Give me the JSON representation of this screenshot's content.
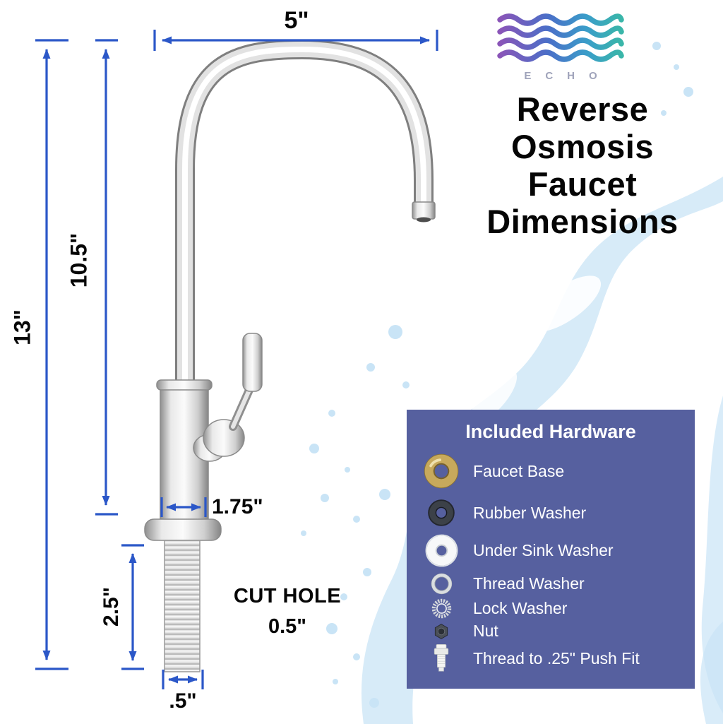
{
  "brand": {
    "name": "ECHO"
  },
  "title": {
    "line1": "Reverse",
    "line2": "Osmosis",
    "line3": "Faucet",
    "line4": "Dimensions"
  },
  "dimensions": {
    "top_width": "5\"",
    "total_height": "13\"",
    "spout_height": "10.5\"",
    "base_width": "1.75\"",
    "thread_length": "2.5\"",
    "thread_width": ".5\"",
    "cut_hole_label": "CUT HOLE",
    "cut_hole_value": "0.5\""
  },
  "hardware": {
    "title": "Included Hardware",
    "items": [
      {
        "label": "Faucet Base",
        "icon": "faucet-base-icon"
      },
      {
        "label": "Rubber Washer",
        "icon": "rubber-washer-icon"
      },
      {
        "label": "Under Sink Washer",
        "icon": "under-sink-washer-icon"
      },
      {
        "label": "Thread Washer",
        "icon": "thread-washer-icon"
      },
      {
        "label": "Lock Washer",
        "icon": "lock-washer-icon"
      },
      {
        "label": "Nut",
        "icon": "nut-icon"
      },
      {
        "label": "Thread to .25\" Push Fit",
        "icon": "push-fit-icon"
      }
    ]
  },
  "colors": {
    "dimension_blue": "#2b57c8",
    "panel_blue": "#56609f",
    "splash_blue": "#c9e4f6",
    "logo_purple": "#8a55b8",
    "logo_blue": "#4a6fc8",
    "logo_teal": "#3ab6a9"
  }
}
